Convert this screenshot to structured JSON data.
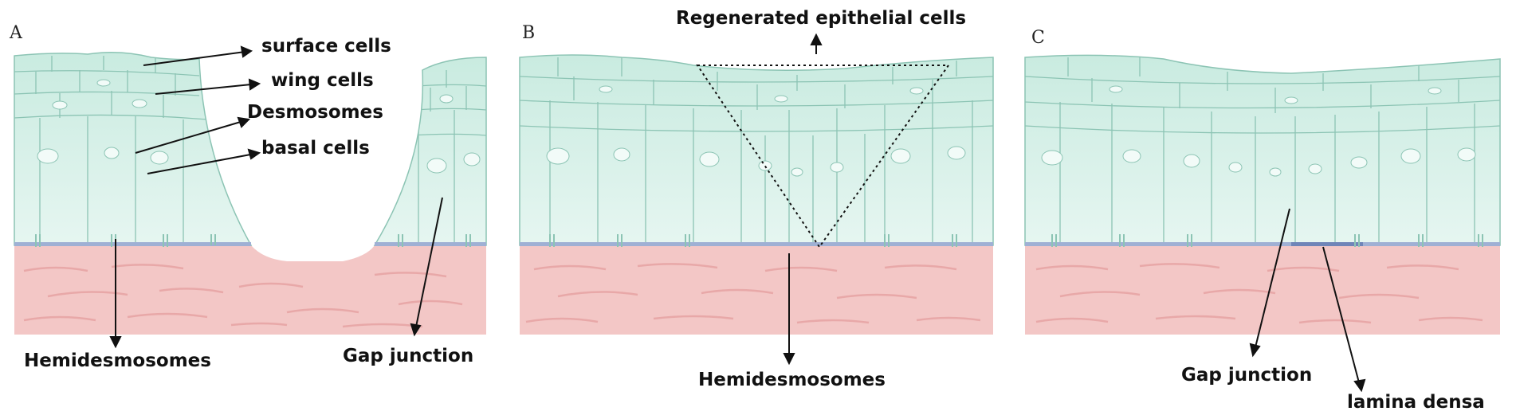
{
  "colors": {
    "epithelium_top": "#c9ebe0",
    "epithelium_bottom": "#e6f6f1",
    "cell_outline": "#8cc4b4",
    "nucleus": "#f2fbf8",
    "basement_membrane": "#9fb0d4",
    "stroma": "#f3c7c6",
    "stroma_fiber": "#e8a8a8",
    "label": "#111111"
  },
  "panels": [
    {
      "letter": "A",
      "labels": {
        "surface_cells": "surface cells",
        "wing_cells": "wing cells",
        "desmosomes": "Desmosomes",
        "basal_cells": "basal  cells",
        "hemidesmosomes": "Hemidesmosomes",
        "gap_junction": "Gap junction"
      }
    },
    {
      "letter": "B",
      "labels": {
        "regenerated": "Regenerated epithelial cells",
        "hemidesmosomes": "Hemidesmosomes"
      }
    },
    {
      "letter": "C",
      "labels": {
        "gap_junction": "Gap junction",
        "lamina_densa": "lamina densa"
      }
    }
  ]
}
